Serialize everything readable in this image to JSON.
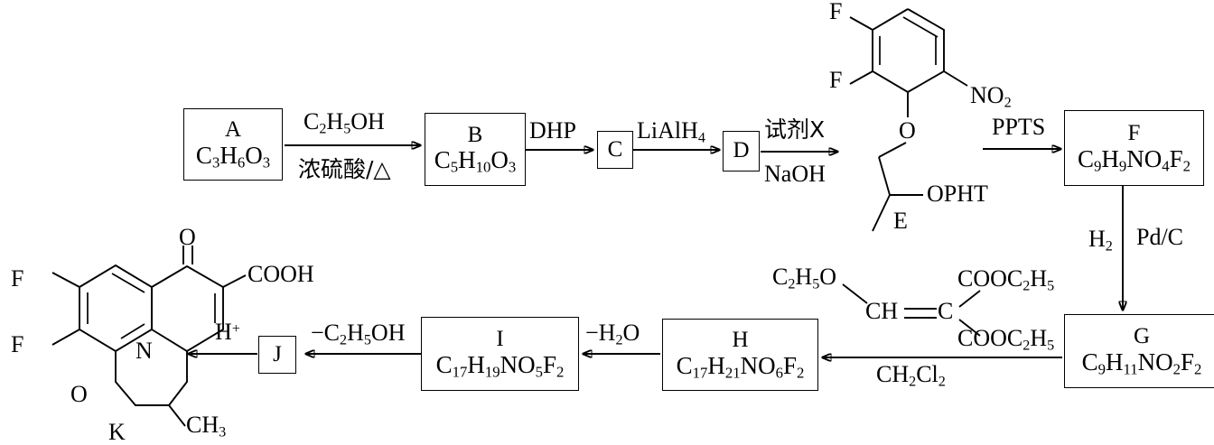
{
  "diagram": {
    "title": "Synthetic route flow chart",
    "boxes": {
      "a": {
        "label": "A",
        "formula_html": "C3H6O3",
        "formula": "C₃H₆O₃"
      },
      "b": {
        "label": "B",
        "formula": "C5H10O3"
      },
      "c": {
        "label": "C",
        "formula": ""
      },
      "d": {
        "label": "D",
        "formula": ""
      },
      "f": {
        "label": "F",
        "formula": "C9H9NO4F2"
      },
      "g": {
        "label": "G",
        "formula": "C9H11NO2F2"
      },
      "h": {
        "label": "H",
        "formula": "C17H21NO6F2"
      },
      "i": {
        "label": "I",
        "formula": "C17H19NO5F2"
      },
      "j": {
        "label": "J",
        "formula": ""
      }
    },
    "reagents": {
      "a_to_b_top": "C2H5OH",
      "a_to_b_bottom": "浓硫酸/△",
      "b_to_c": "DHP",
      "c_to_d": "LiAlH4",
      "d_to_e_top": "试剂X",
      "d_to_e_bottom": "NaOH",
      "e_to_f": "PPTS",
      "f_to_g_left": "H2",
      "f_to_g_right": "Pd/C",
      "g_to_h_solvent": "CH2Cl2",
      "h_to_i": "−H2O",
      "i_to_j": "−C2H5OH",
      "j_to_k": "H+"
    },
    "structures": {
      "e": {
        "name": "E",
        "labels": {
          "f_top": "F",
          "f_bottom": "F",
          "nitro": "NO2",
          "ether_o": "O",
          "ophт": "OPHT",
          "tag": "E"
        }
      },
      "malonate_reagent": {
        "left_group": "C2H5O",
        "ch": "CH",
        "c": "C",
        "ester_top": "COOC2H5",
        "ester_bottom": "COOC2H5"
      },
      "k": {
        "name": "K",
        "labels": {
          "f_top": "F",
          "f_bottom": "F",
          "ketone_o": "O",
          "acid": "COOH",
          "ring_n": "N",
          "ring_o": "O",
          "methyl": "CH3",
          "tag": "K"
        }
      }
    },
    "colors": {
      "stroke": "#000000",
      "background": "#ffffff"
    }
  }
}
